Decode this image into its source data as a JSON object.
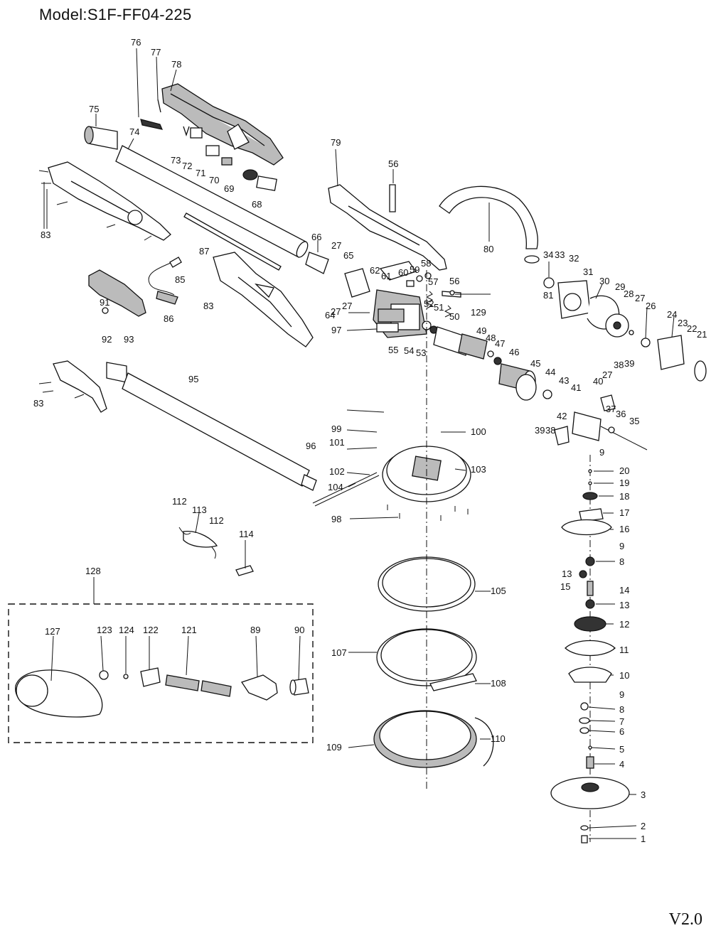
{
  "header": {
    "model_title": "Model:S1F-FF04-225",
    "version": "V2.0"
  },
  "parts": {
    "labels": [
      "1",
      "2",
      "3",
      "4",
      "5",
      "6",
      "7",
      "8",
      "9",
      "10",
      "11",
      "12",
      "13",
      "14",
      "15",
      "16",
      "17",
      "18",
      "19",
      "20",
      "21",
      "22",
      "23",
      "24",
      "26",
      "27",
      "28",
      "29",
      "30",
      "31",
      "32",
      "33",
      "34",
      "35",
      "36",
      "37",
      "38",
      "39",
      "40",
      "41",
      "42",
      "43",
      "44",
      "45",
      "46",
      "47",
      "48",
      "49",
      "50",
      "51",
      "52",
      "53",
      "54",
      "55",
      "56",
      "57",
      "58",
      "59",
      "60",
      "61",
      "62",
      "64",
      "65",
      "66",
      "68",
      "69",
      "70",
      "71",
      "72",
      "73",
      "74",
      "75",
      "76",
      "77",
      "78",
      "79",
      "80",
      "81",
      "83",
      "85",
      "86",
      "87",
      "89",
      "90",
      "91",
      "92",
      "93",
      "95",
      "96",
      "97",
      "98",
      "99",
      "100",
      "101",
      "102",
      "103",
      "104",
      "105",
      "107",
      "108",
      "109",
      "110",
      "112",
      "113",
      "114",
      "121",
      "122",
      "123",
      "124",
      "127",
      "128",
      "129"
    ]
  },
  "kit": {
    "label": "128",
    "contents": [
      "127",
      "123",
      "124",
      "122",
      "121",
      "89",
      "90"
    ]
  }
}
